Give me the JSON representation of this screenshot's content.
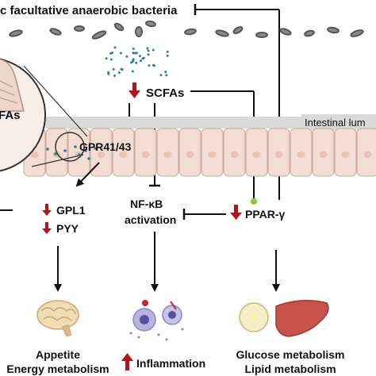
{
  "header": {
    "bacteria_label": "c facultative anaerobic bacteria"
  },
  "lumen": {
    "label": "Intestinal lum"
  },
  "nodes": {
    "scfas": "SCFAs",
    "zoom_scfas": "FAs",
    "receptor": "GPR41/43",
    "gpl1": "GPL1",
    "pyy": "PYY",
    "nfkb_line1": "NF-κB",
    "nfkb_line2": "activation",
    "ppar": "PPAR-γ"
  },
  "outcomes": {
    "left_line1": "Appetite",
    "left_line2": "Energy metabolism",
    "center": "Inflammation",
    "right_line1": "Glucose metabolism",
    "right_line2": "Lipid metabolism"
  },
  "colors": {
    "down_arrow": "#b3141b",
    "inhibitor_dot": "#8cc63f",
    "cell_fill": "#f3ddd4",
    "cell_stroke": "#c8a99b",
    "lumen_band": "#d9d9d9",
    "scfa_dots": "#2f7f91"
  },
  "icons": [
    "bacteria-icon",
    "brain-icon",
    "immune-cell-icon",
    "adipocyte-icon",
    "liver-icon"
  ]
}
